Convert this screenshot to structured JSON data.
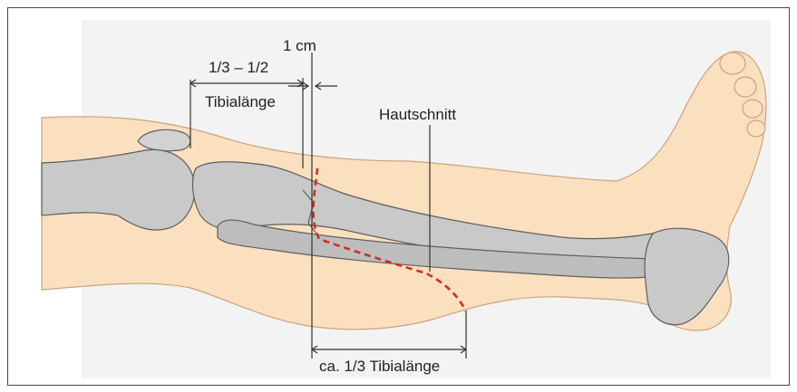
{
  "labels": {
    "one_cm": "1 cm",
    "fraction": "1/3 – 1/2",
    "tibialaenge": "Tibialänge",
    "hautschnitt": "Hautschnitt",
    "ca_third": "ca. 1/3 Tibialänge"
  },
  "colors": {
    "background_panel": "#f3f3f3",
    "skin": "#fbe0bf",
    "skin_outline": "#caa27d",
    "bone": "#c9c9c9",
    "bone_outline": "#5e5e5e",
    "incision": "#d62b1f",
    "line": "#333333"
  }
}
